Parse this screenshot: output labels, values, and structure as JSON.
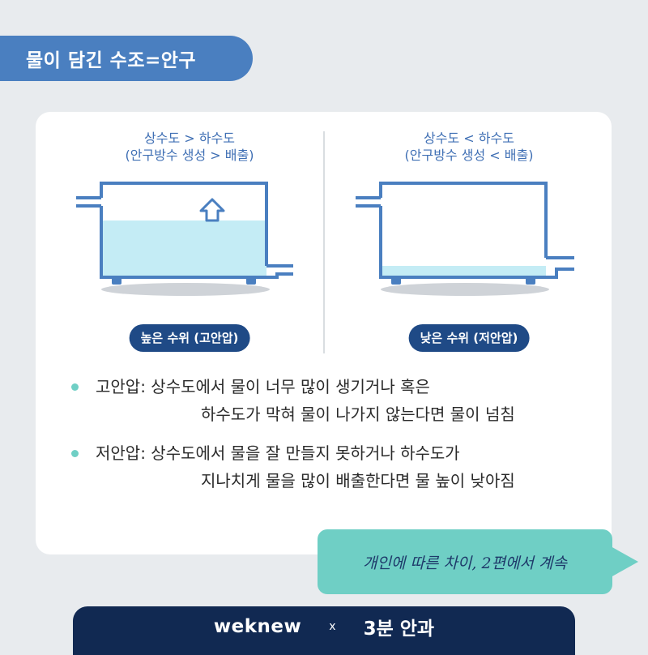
{
  "title": "물이 담긴 수조=안구",
  "left": {
    "cond1": "상수도 > 하수도",
    "cond2": "(안구방수 생성 > 배출)",
    "badge": "높은 수위 (고안압)",
    "water_fill": 0.7
  },
  "right": {
    "cond1": "상수도 < 하수도",
    "cond2": "(안구방수 생성 < 배출)",
    "badge": "낮은 수위 (저안압)",
    "water_fill": 0.2
  },
  "bullets": [
    {
      "line1": "고안압: 상수도에서 물이 너무 많이 생기거나 혹은",
      "line2": "하수도가 막혀 물이 나가지 않는다면 물이 넘침"
    },
    {
      "line1": "저안압: 상수도에서 물을 잘 만들지 못하거나 하수도가",
      "line2": "지나치게 물을 많이 배출한다면 물 높이 낮아짐"
    }
  ],
  "bubble_text": "개인에 따른 차이, 2편에서 계속",
  "footer": {
    "brand": "weknew",
    "x": "x",
    "partner": "3분 안과"
  },
  "colors": {
    "title_bg": "#4a7fc0",
    "tank_stroke": "#4a7fc0",
    "water": "#c4ecf5",
    "badge_bg": "#1f4a86",
    "bullet_dot": "#6fcfc5",
    "bubble_bg": "#6fcfc5",
    "footer_bg": "#112952"
  }
}
